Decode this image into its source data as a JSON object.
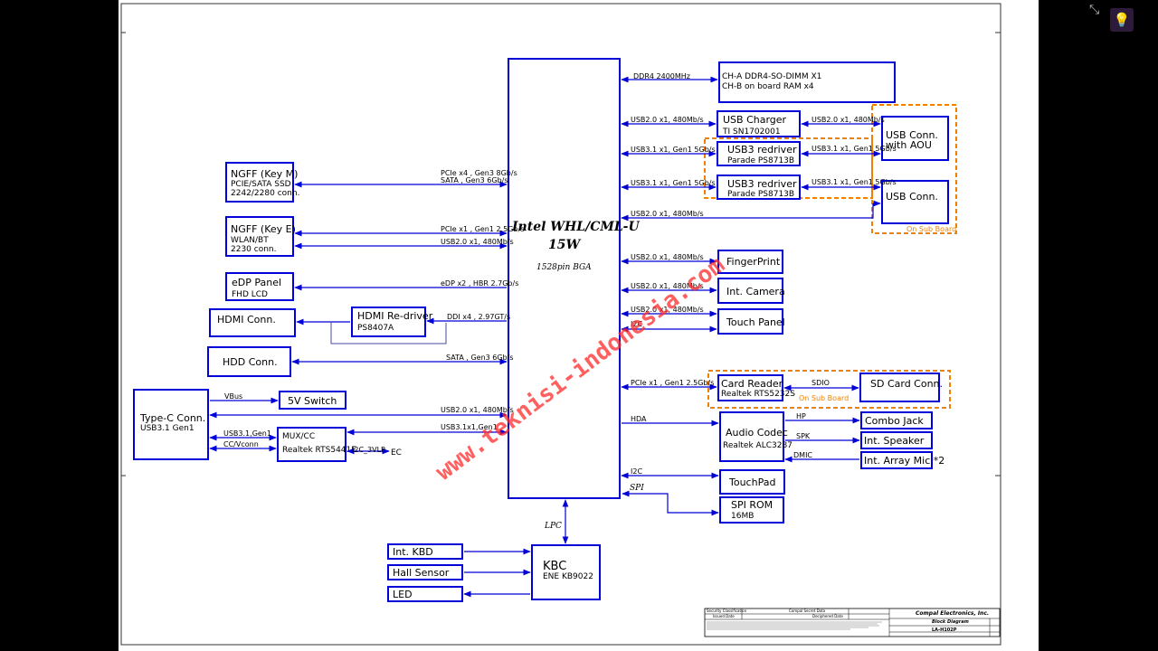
{
  "blocks": {
    "cpu": {
      "title": "Intel WHL/CML-U",
      "power": "15W",
      "package": "1528pin BGA"
    },
    "ddr": {
      "line1": "CH-A DDR4-SO-DIMM X1",
      "line2": "CH-B on board RAM x4"
    },
    "usb_charger": {
      "line1": "USB Charger",
      "line2": "TI SN1702001"
    },
    "usb3_redriver_1": {
      "line1": "USB3 redriver",
      "line2": "Parade PS8713B"
    },
    "usb3_redriver_2": {
      "line1": "USB3 redriver",
      "line2": "Parade PS8713B"
    },
    "usb_conn_aou": {
      "line1": "USB Conn.",
      "line2": "with AOU"
    },
    "usb_conn": {
      "line1": "USB Conn."
    },
    "ngff_m": {
      "line1": "NGFF (Key M)",
      "line2": "PCIE/SATA  SSD",
      "line3": "2242/2280  conn."
    },
    "ngff_e": {
      "line1": "NGFF (Key E)",
      "line2": "WLAN/BT",
      "line3": "2230 conn."
    },
    "edp": {
      "line1": "eDP Panel",
      "line2": "FHD LCD"
    },
    "hdmi_conn": {
      "line1": "HDMI Conn."
    },
    "hdmi_redriver": {
      "line1": "HDMI Re-driver",
      "line2": "PS8407A"
    },
    "hdd_conn": {
      "line1": "HDD Conn."
    },
    "typec": {
      "line1": "Type-C  Conn.",
      "line2": "USB3.1 Gen1"
    },
    "switch5v": {
      "line1": "5V Switch"
    },
    "muxcc": {
      "line1": "MUX/CC",
      "line2": "Realtek  RTS5441E"
    },
    "fingerprint": {
      "line1": "FingerPrint"
    },
    "camera": {
      "line1": "Int.  Camera"
    },
    "touch_panel": {
      "line1": "Touch  Panel"
    },
    "card_reader": {
      "line1": "Card Reader",
      "line2": "Realtek  RTS5232S"
    },
    "sd_card": {
      "line1": "SD Card Conn."
    },
    "audio": {
      "line1": "Audio Codec",
      "line2": "Realtek  ALC3287"
    },
    "combo_jack": {
      "line1": "Combo Jack"
    },
    "speaker": {
      "line1": "Int.  Speaker"
    },
    "array_mic": {
      "line1": "Int. Array Mic *2"
    },
    "touchpad": {
      "line1": "TouchPad"
    },
    "spi_rom": {
      "line1": "SPI ROM",
      "line2": "16MB"
    },
    "kbc": {
      "line1": "KBC",
      "line2": "ENE KB9022"
    },
    "int_kbd": {
      "line1": "Int. KBD"
    },
    "hall_sensor": {
      "line1": "Hall Sensor"
    },
    "led": {
      "line1": "LED"
    }
  },
  "buses": {
    "ddr4": "DDR4 2400MHz",
    "usb2_charger": "USB2.0 x1, 480Mb/s",
    "usb2_charger_out": "USB2.0 x1, 480Mb/s",
    "usb3_a": "USB3.1 x1, Gen1 5Gb/s",
    "usb3_a_out": "USB3.1 x1, Gen1 5Gb/s",
    "usb3_b": "USB3.1 x1, Gen1 5Gb/s",
    "usb3_b_out": "USB3.1 x1, Gen1 5Gb/s",
    "usb2_b": "USB2.0 x1, 480Mb/s",
    "ngff_m_pcie": "PCIe x4 , Gen3 8Gb/s",
    "ngff_m_sata": "SATA , Gen3 6Gb/s",
    "ngff_e_pcie": "PCIe x1 , Gen1 2.5Gb/s",
    "ngff_e_usb": "USB2.0 x1, 480Mb/s",
    "edp": "eDP x2 , HBR 2.7Gb/s",
    "ddi": "DDI x4 , 2.97GT/s",
    "sata_hdd": "SATA , Gen3 6Gb/s",
    "vbus": "VBus",
    "typec_usb2": "USB2.0 x1, 480Mb/s",
    "typec_usb3": "USB3.1x1,Gen1",
    "usb31_gen1": "USB3.1,Gen1",
    "cc_vconn": "CC/Vconn",
    "i2c_3vlp": "I2C_3VLP",
    "ec": "EC",
    "fp_usb": "USB2.0 x1, 480Mb/s",
    "cam_usb": "USB2.0 x1, 480Mb/s",
    "tp_usb": "USB2.0 x1, 480Mb/s",
    "tp_i2c": "I2C",
    "card_pcie": "PCIe x1 , Gen1 2.5Gb/s",
    "sdio": "SDIO",
    "hda": "HDA",
    "hp": "HP",
    "spk": "SPK",
    "dmic": "DMIC",
    "touchpad_i2c": "I2C",
    "spi": "SPI",
    "lpc": "LPC"
  },
  "sub_board_labels": {
    "top": "On Sub Board",
    "card": "On Sub Board"
  },
  "watermark": "www.teknisi-indonesia.com",
  "title_block": {
    "company": "Compal Electronics, Inc.",
    "doc_title": "Block Diagram",
    "model": "LA-H102P",
    "security_classification": "Security Classification",
    "secret_data": "Compal Secret Data",
    "issued_date": "Issued Date",
    "deciphered_date": "Deciphered Date"
  },
  "colors": {
    "line": "#0000d8",
    "sub_board": "#f08000",
    "watermark": "#ff2a2a",
    "background": "#000000"
  },
  "icons": {
    "fullscreen": "fullscreen-icon",
    "bulb": "lightbulb-icon"
  }
}
